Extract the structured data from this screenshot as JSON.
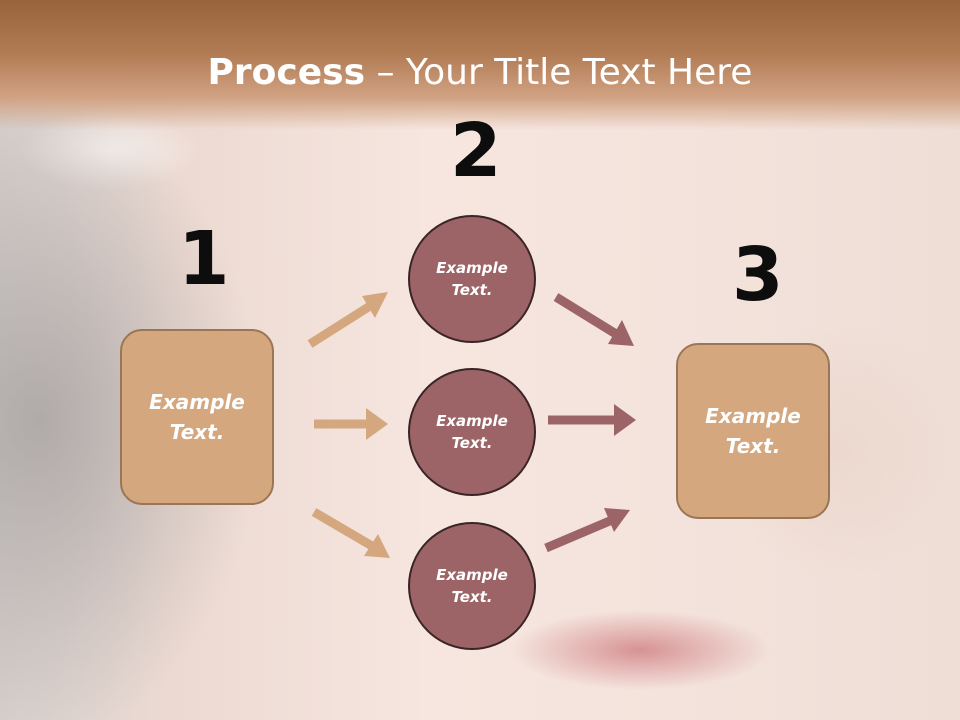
{
  "slide": {
    "title_bold": "Process",
    "title_rest": " – Your Title Text Here"
  },
  "steps": {
    "step1_number": "1",
    "step2_number": "2",
    "step3_number": "3"
  },
  "left_box": {
    "line1": "Example",
    "line2": "Text."
  },
  "right_box": {
    "line1": "Example",
    "line2": "Text."
  },
  "circles": [
    {
      "line1": "Example",
      "line2": "Text."
    },
    {
      "line1": "Example",
      "line2": "Text."
    },
    {
      "line1": "Example",
      "line2": "Text."
    }
  ],
  "colors": {
    "box_fill": "#d4a77f",
    "circle_fill": "#9c6467",
    "arrow_tan": "#d4a77f",
    "arrow_mauve": "#9c6467",
    "header": "#a86f46"
  }
}
